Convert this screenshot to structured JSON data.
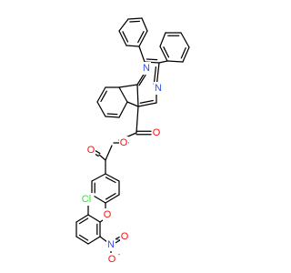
{
  "colors": {
    "bond": "#000000",
    "N": "#3050F8",
    "O": "#FF0D0D",
    "Cl": "#1FF01F",
    "background": "#FFFFFF"
  },
  "labels": {
    "n_top": "N",
    "n_mid": "N",
    "o_ester": "O",
    "o_carbonyl": "O",
    "o_ketone": "O",
    "o_ether": "O",
    "cl": "Cl",
    "n_nitro": "N",
    "n_nitro_charge": "+",
    "o_nitro_double": "O",
    "o_nitro_single": "O",
    "o_nitro_charge": "-"
  }
}
